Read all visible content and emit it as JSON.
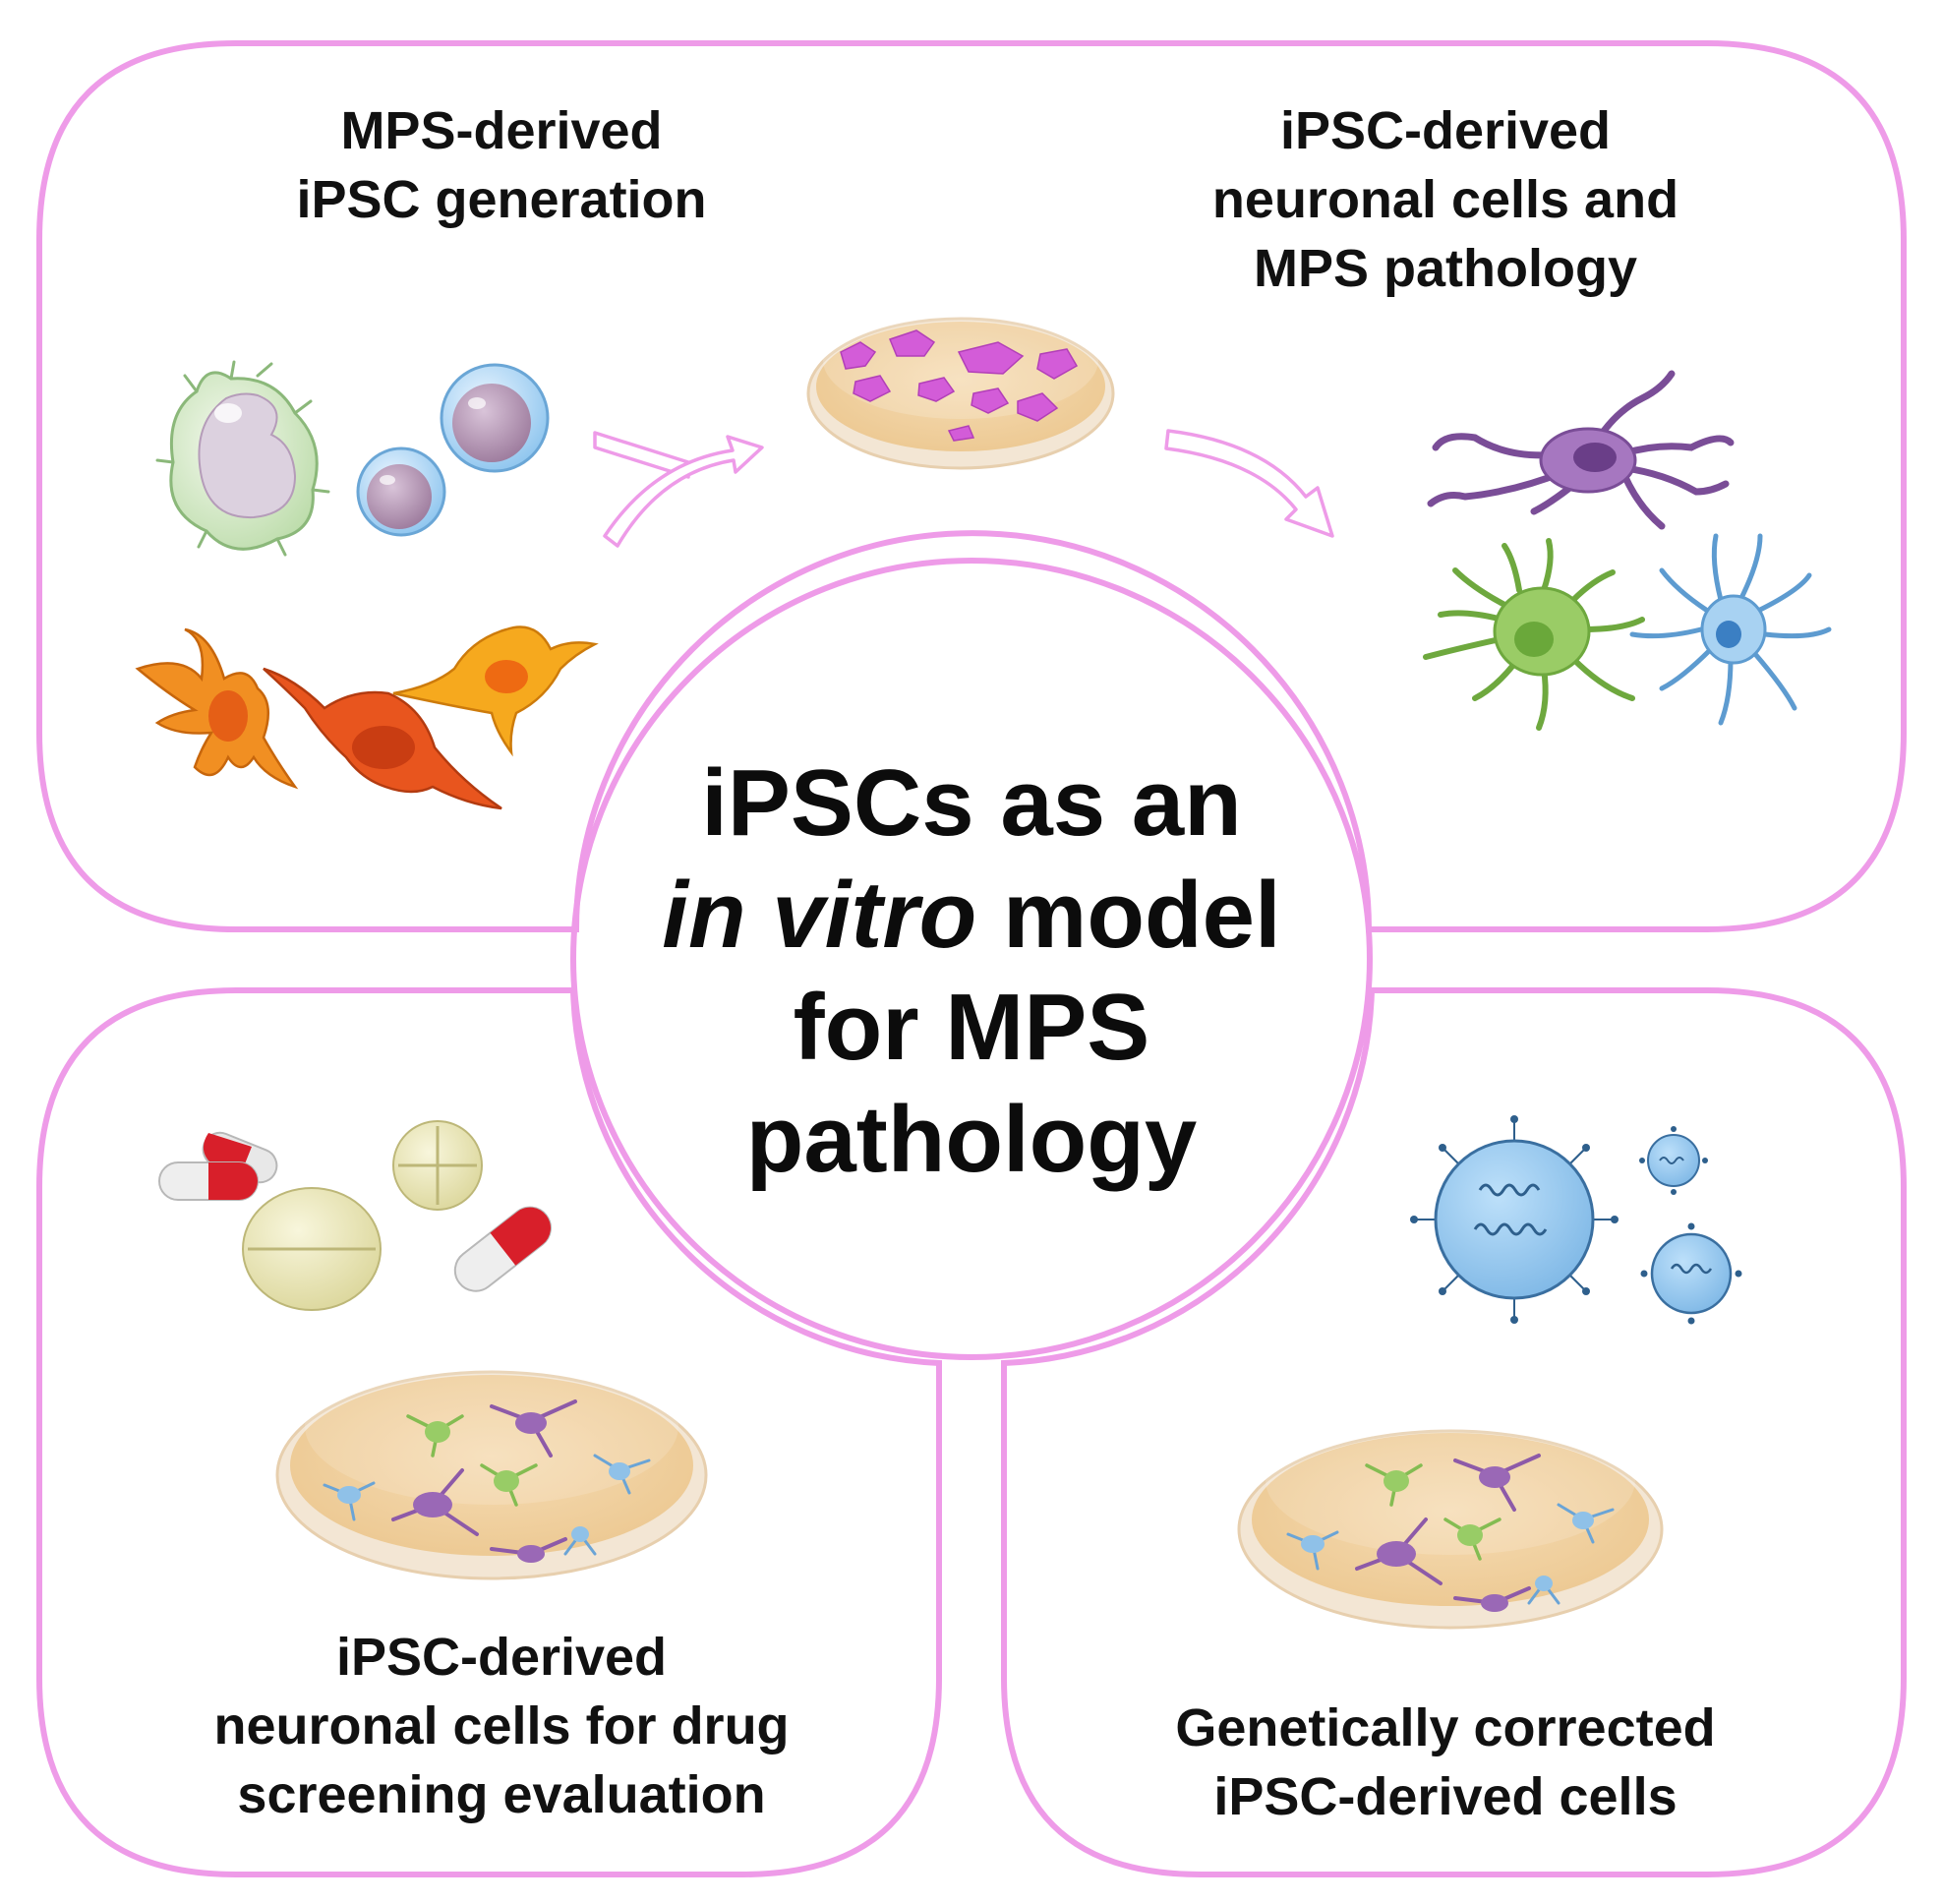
{
  "colors": {
    "panel_border": "#ee9be8",
    "text": "#111111",
    "dish_medium": "#f1d3a6",
    "ipsc_colony": "#d35cd8",
    "astrocyte_orange": "#ef8a1d",
    "fibroblast_red": "#e65a1f",
    "neuron_purple": "#9a68b6",
    "neuron_green": "#98cc66",
    "neuron_blue": "#8fc1e8",
    "capsule_red": "#d81f2a",
    "tablet_cream": "#ece8b8",
    "vector_blue": "#8fc3ee"
  },
  "panels": {
    "top_left": {
      "title_lines": [
        "MPS-derived",
        "iPSC generation"
      ],
      "icons": [
        "blood-cell-icon",
        "fibroblast-icon",
        "curved-arrow-icon",
        "petri-dish-icon"
      ]
    },
    "top_right": {
      "title_lines": [
        "iPSC-derived",
        "neuronal cells and",
        "MPS pathology"
      ],
      "icons": [
        "curved-arrow-icon",
        "neuron-icon",
        "astrocyte-icon"
      ]
    },
    "bottom_left": {
      "title_lines": [
        "iPSC-derived",
        "neuronal cells for drug",
        "screening evaluation"
      ],
      "icons": [
        "capsule-icon",
        "tablet-icon",
        "petri-dish-icon"
      ]
    },
    "bottom_right": {
      "title_lines": [
        "Genetically corrected",
        "iPSC-derived cells"
      ],
      "icons": [
        "viral-vector-icon",
        "petri-dish-icon"
      ]
    }
  },
  "center": {
    "line1": "iPSCs as an",
    "line2_italic": "in vitro",
    "line2_rest": " model",
    "line3": "for MPS",
    "line4": "pathology"
  }
}
